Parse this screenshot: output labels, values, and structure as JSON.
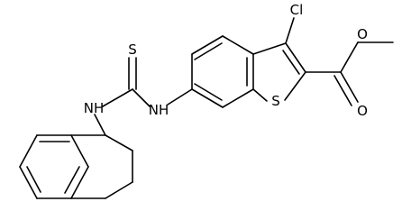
{
  "atoms": {
    "chlorine": "Cl",
    "ring_sulfur": "S",
    "thione_sulfur": "S",
    "amine_left": "NH",
    "amine_right": "NH",
    "ester_carbonyl_oxygen": "O",
    "ester_ether_oxygen": "O"
  }
}
